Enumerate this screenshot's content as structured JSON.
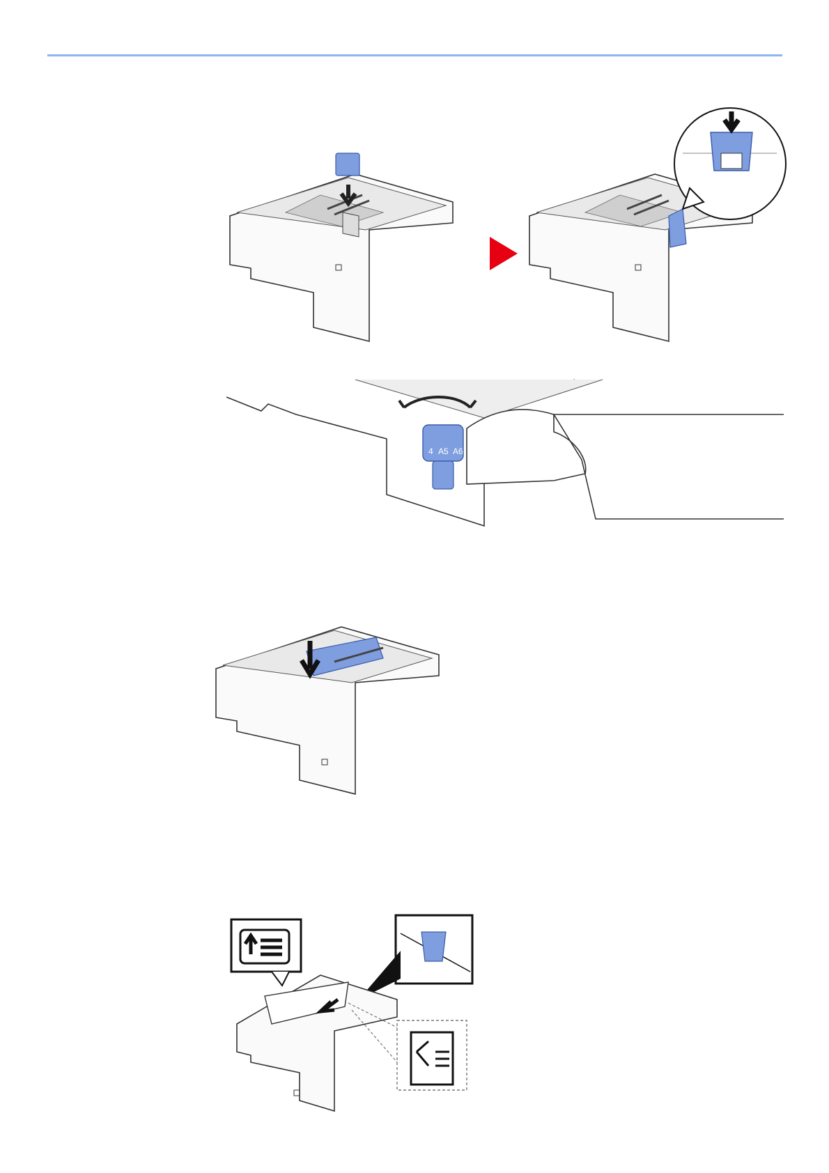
{
  "page": {
    "rule_color": "#8fb4ef",
    "accent_blue": "#7f9ee0",
    "arrow_red": "#e60012"
  },
  "figures": {
    "step1_before": {
      "icon": "paper-tray-insert-stopper-icon"
    },
    "step1_arrow": {
      "icon": "next-step-arrow-icon"
    },
    "step1_after": {
      "icon": "paper-tray-stopper-installed-icon"
    },
    "step2_dial": {
      "icon": "paper-size-dial-turn-icon",
      "dial_labels": [
        "4",
        "A5",
        "A6"
      ]
    },
    "step3_guide": {
      "icon": "paper-tray-length-guide-icon"
    },
    "step4_load": {
      "icon": "load-paper-icon",
      "callout_a": "paper-direction-label-icon",
      "callout_b": "load-limit-tab-icon",
      "callout_c": "paper-guide-label-icon"
    }
  }
}
